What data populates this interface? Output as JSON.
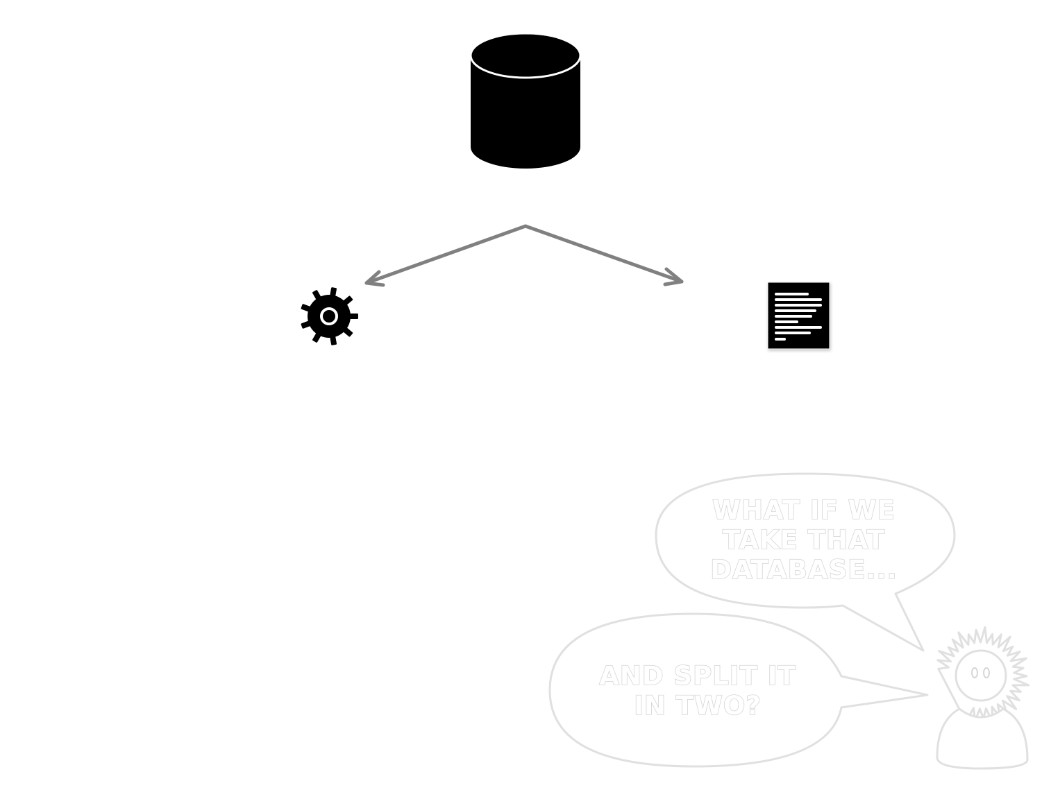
{
  "diagram": {
    "nodes": [
      {
        "id": "database",
        "icon": "database-icon"
      },
      {
        "id": "service",
        "icon": "gear-icon"
      },
      {
        "id": "document",
        "icon": "document-icon"
      }
    ],
    "edges": [
      {
        "from": "database",
        "to": "service"
      },
      {
        "from": "database",
        "to": "document"
      }
    ]
  },
  "bubbles": {
    "top": {
      "lines": [
        "WHAT IF WE",
        "TAKE THAT",
        "DATABASE..."
      ]
    },
    "bottom": {
      "lines": [
        "AND SPLIT IT",
        "IN TWO?"
      ]
    }
  },
  "colors": {
    "icon": "#000000",
    "arrow": "#808080",
    "bubble_outline": "#e0e0e0",
    "background": "#ffffff"
  }
}
